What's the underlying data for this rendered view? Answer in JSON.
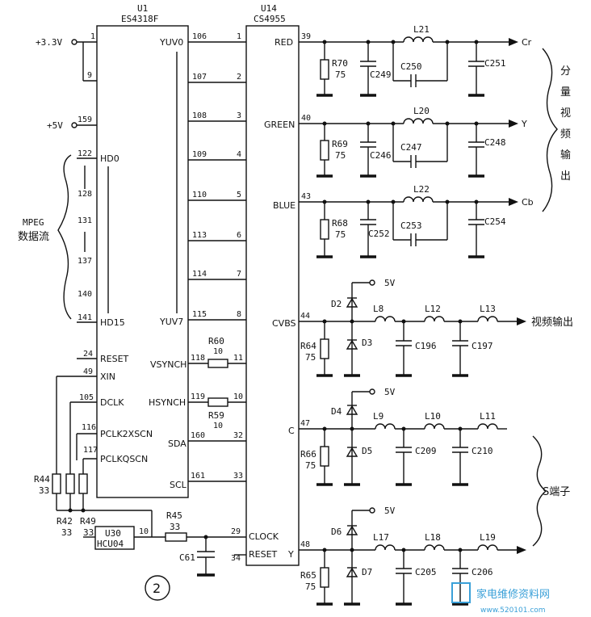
{
  "u1": {
    "ref": "U1",
    "part": "ES4318F",
    "pins": {
      "p1": "1",
      "p9": "9",
      "p159": "159",
      "p122": "122",
      "p128": "128",
      "p131": "131",
      "p137": "137",
      "p140": "140",
      "p141": "141",
      "p24": "24",
      "p49": "49",
      "p105": "105",
      "p116": "116",
      "p117": "117",
      "p106": "106",
      "p107": "107",
      "p108": "108",
      "p109": "109",
      "p110": "110",
      "p113": "113",
      "p114": "114",
      "p115": "115",
      "p118": "118",
      "p119": "119",
      "p160": "160",
      "p161": "161"
    },
    "labels": {
      "yuv0": "YUV0",
      "yuv7": "YUV7",
      "hd0": "HD0",
      "hd15": "HD15",
      "reset": "RESET",
      "xin": "XIN",
      "dclk": "DCLK",
      "pclk2x": "PCLK2XSCN",
      "pclkq": "PCLKQSCN",
      "vsynch": "VSYNCH",
      "hsynch": "HSYNCH",
      "sda": "SDA",
      "scl": "SCL"
    }
  },
  "u14": {
    "ref": "U14",
    "part": "CS4955",
    "pins": {
      "p1": "1",
      "p2": "2",
      "p3": "3",
      "p4": "4",
      "p5": "5",
      "p6": "6",
      "p7": "7",
      "p8": "8",
      "p11": "11",
      "p10": "10",
      "p32": "32",
      "p33": "33",
      "p29": "29",
      "p34": "34",
      "p39": "39",
      "p40": "40",
      "p43": "43",
      "p44": "44",
      "p47": "47",
      "p48": "48"
    },
    "labels": {
      "red": "RED",
      "green": "GREEN",
      "blue": "BLUE",
      "cvbs": "CVBS",
      "c": "C",
      "y": "Y",
      "clock": "CLOCK",
      "reset": "RESET"
    }
  },
  "power": {
    "v33": "+3.3V",
    "v5": "+5V",
    "v5d": "5V"
  },
  "mpeg": {
    "line1": "MPEG",
    "line2": "数据流"
  },
  "resistors": {
    "r70": "R70",
    "r70v": "75",
    "r69": "R69",
    "r69v": "75",
    "r68": "R68",
    "r68v": "75",
    "r64": "R64",
    "r64v": "75",
    "r66": "R66",
    "r66v": "75",
    "r65": "R65",
    "r65v": "75",
    "r60": "R60",
    "r60v": "10",
    "r59": "R59",
    "r59v": "10",
    "r44": "R44",
    "r44v": "33",
    "r42": "R42",
    "r42v": "33",
    "r49": "R49",
    "r49v": "33",
    "r45": "R45",
    "r45v": "33"
  },
  "caps": {
    "c249": "C249",
    "c250": "C250",
    "c251": "C251",
    "c246": "C246",
    "c247": "C247",
    "c248": "C248",
    "c252": "C252",
    "c253": "C253",
    "c254": "C254",
    "c196": "C196",
    "c197": "C197",
    "c209": "C209",
    "c210": "C210",
    "c205": "C205",
    "c206": "C206",
    "c61": "C61"
  },
  "inductors": {
    "l21": "L21",
    "l20": "L20",
    "l22": "L22",
    "l8": "L8",
    "l12": "L12",
    "l13": "L13",
    "l9": "L9",
    "l10": "L10",
    "l11": "L11",
    "l17": "L17",
    "l18": "L18",
    "l19": "L19"
  },
  "diodes": {
    "d2": "D2",
    "d3": "D3",
    "d4": "D4",
    "d5": "D5",
    "d6": "D6",
    "d7": "D7"
  },
  "u30": {
    "ref": "U30",
    "part": "HCU04",
    "pin": "10"
  },
  "outputs": {
    "cr": "Cr",
    "y": "Y",
    "cb": "Cb",
    "video": "视频输出",
    "sterm": "S端子",
    "component": [
      "分",
      "量",
      "视",
      "频",
      "输",
      "出"
    ]
  },
  "figure_number": "2",
  "watermark": {
    "text": "家电维修资料网",
    "url": "www.520101.com"
  }
}
